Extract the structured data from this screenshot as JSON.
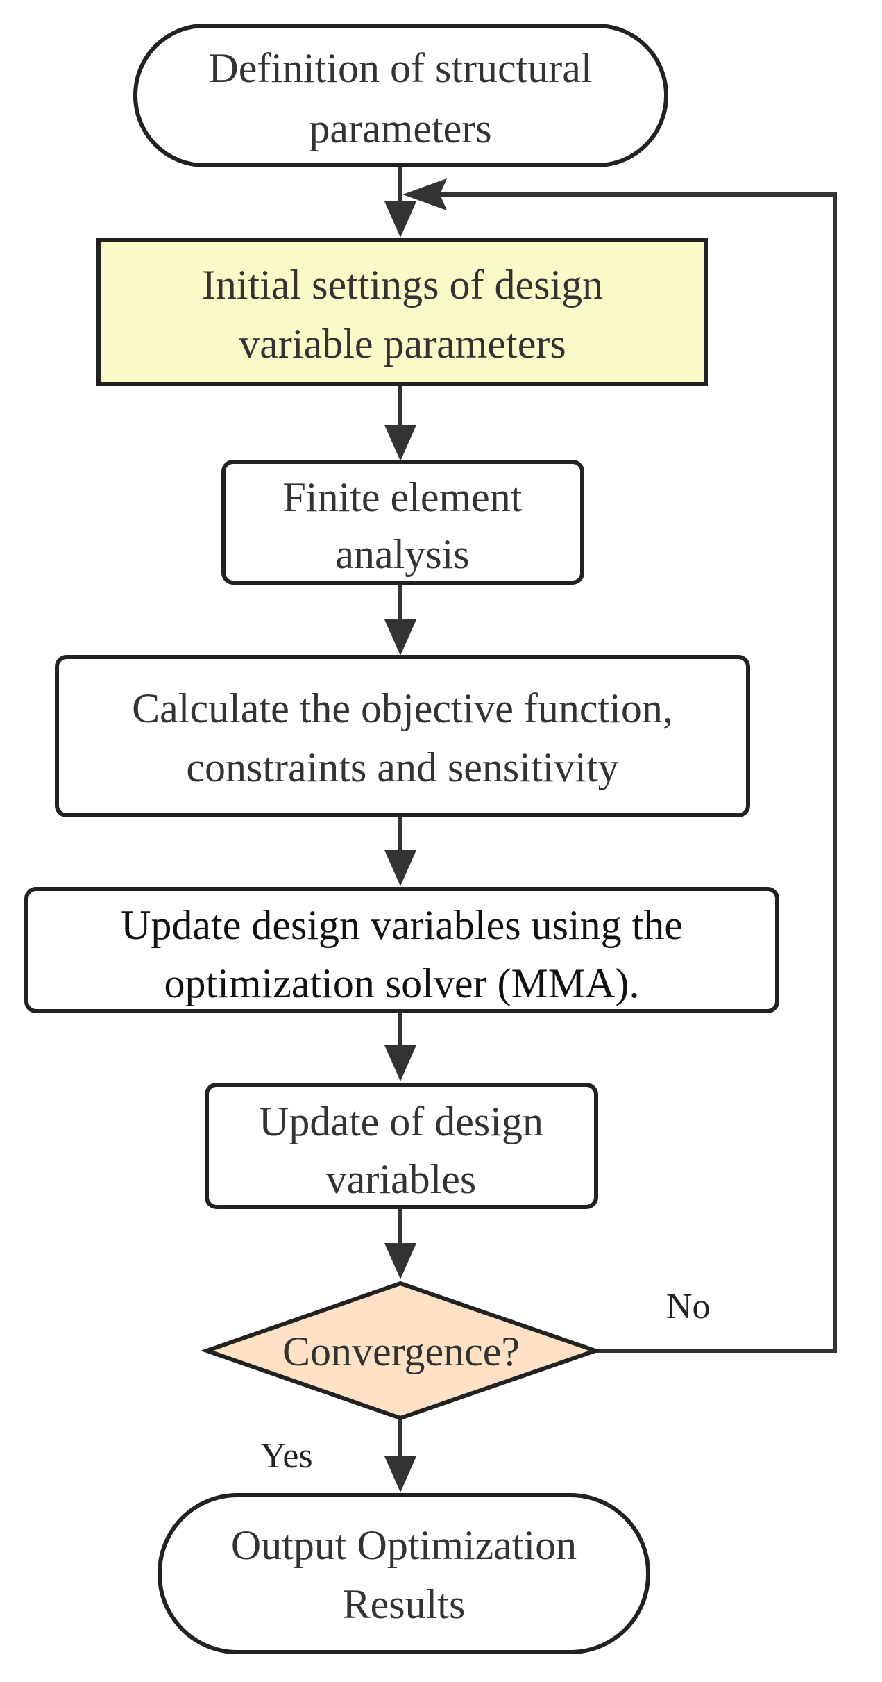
{
  "colors": {
    "node_fill": "#ffffff",
    "highlight_fill": "#fafac8",
    "decision_fill": "#ffe2c6",
    "stroke": "#222222",
    "edge": "#333333"
  },
  "nodes": {
    "start": [
      "Definition of structural",
      "parameters"
    ],
    "init": [
      "Initial settings of design",
      "variable parameters"
    ],
    "fea": [
      "Finite element",
      "analysis"
    ],
    "calc": [
      "Calculate the objective function,",
      "constraints and sensitivity"
    ],
    "mma": [
      "Update design variables using the",
      "optimization solver (MMA)."
    ],
    "update": [
      "Update of design",
      "variables"
    ],
    "decision": [
      "Convergence?"
    ],
    "end": [
      "Output Optimization",
      "Results"
    ]
  },
  "edges": {
    "no_label": "No",
    "yes_label": "Yes"
  }
}
